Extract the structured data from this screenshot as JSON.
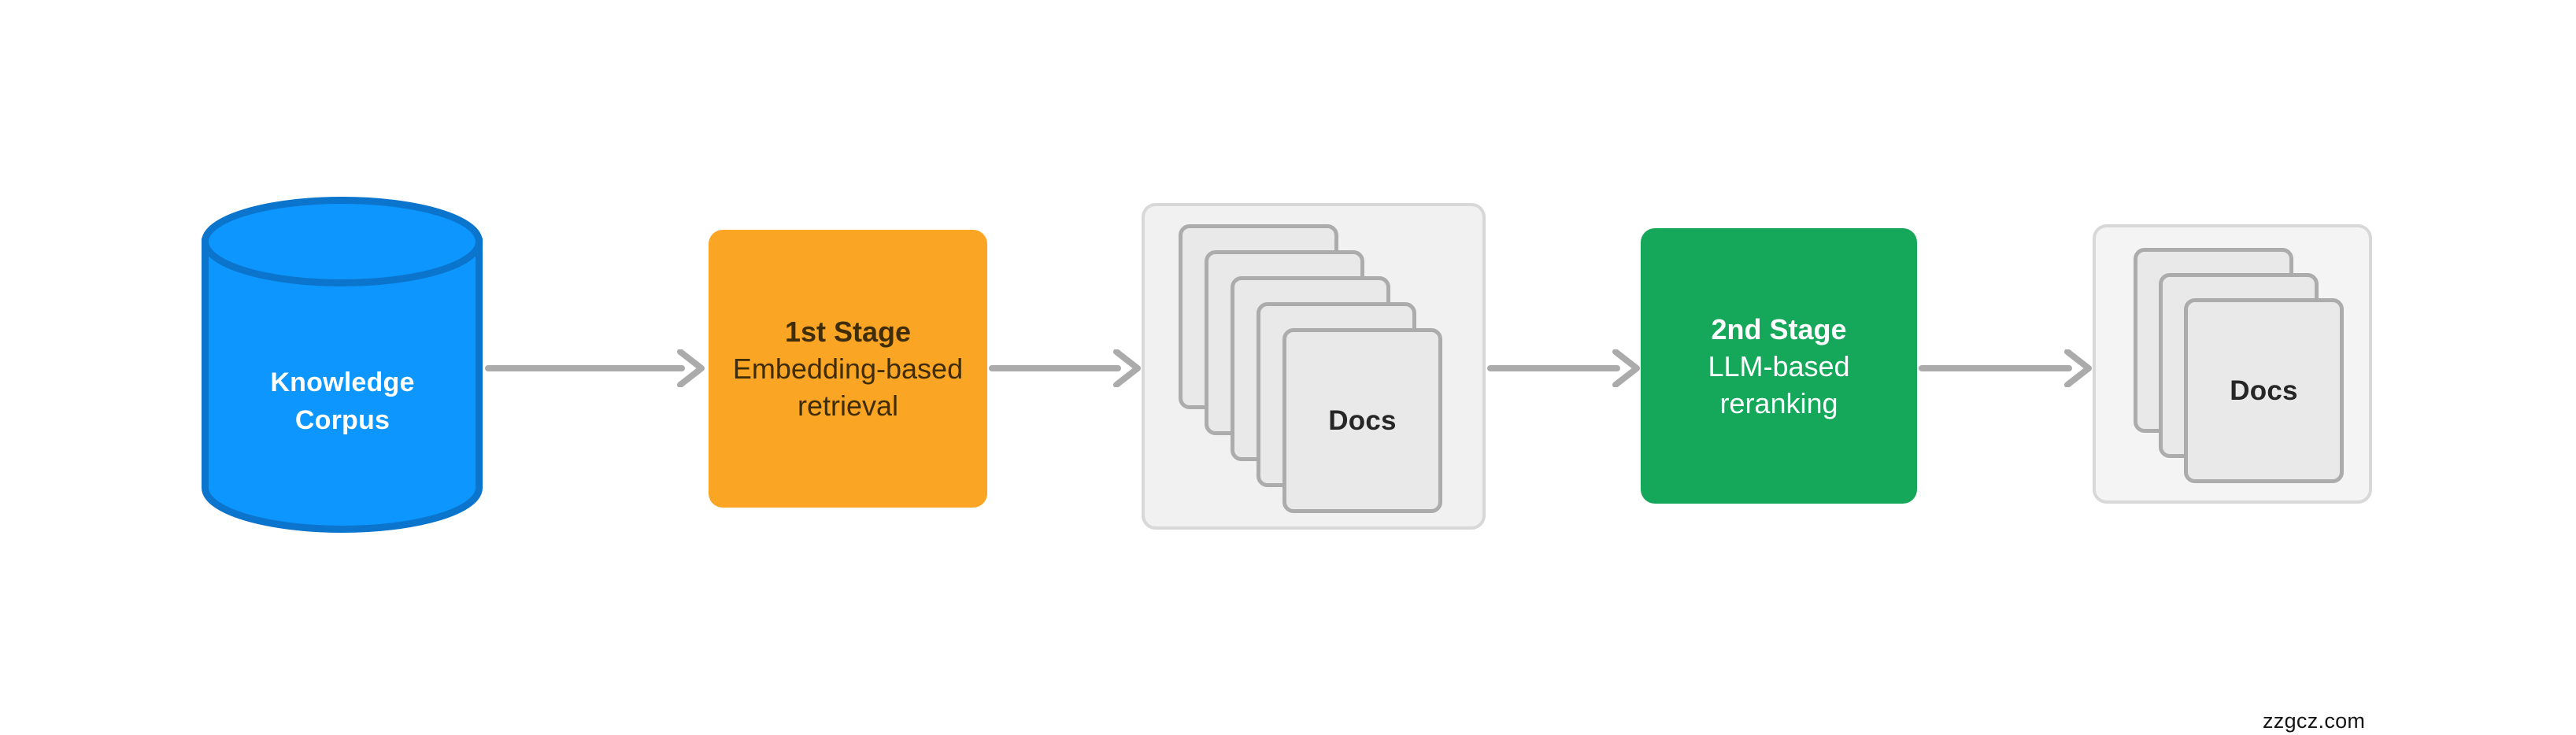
{
  "page": {
    "background": "#FFFFFF",
    "watermark": "zzgcz.com"
  },
  "diagram": {
    "flow_order": [
      "corpus",
      "stage1",
      "docs1",
      "stage2",
      "docs2"
    ],
    "arrow_color": "#ABABAB",
    "nodes": {
      "corpus": {
        "type": "cylinder-database",
        "label": "Knowledge\nCorpus",
        "fill": "#0D96FE",
        "stroke": "#0B74CC",
        "text_color": "#FFFFFF"
      },
      "stage1": {
        "type": "process-box",
        "title": "1st Stage",
        "subtitle": "Embedding-based\nretrieval",
        "fill": "#FBA524",
        "text_color": "#3E2D07"
      },
      "docs1": {
        "type": "document-stack",
        "label": "Docs",
        "card_count": 5,
        "panel_fill": "#F1F1F2",
        "panel_border": "#D8D8D8",
        "card_fill": "#E9E9EA",
        "card_border": "#ACACAC",
        "text_color": "#262626"
      },
      "stage2": {
        "type": "process-box",
        "title": "2nd Stage",
        "subtitle": "LLM-based\nreranking",
        "fill": "#16A85A",
        "text_color": "#FFFFFF"
      },
      "docs2": {
        "type": "document-stack",
        "label": "Docs",
        "card_count": 3,
        "panel_fill": "#F4F4F5",
        "panel_border": "#D8D8D8",
        "card_fill": "#E9E9EA",
        "card_border": "#ACACAC",
        "text_color": "#262626"
      }
    },
    "arrows": [
      {
        "from": "corpus",
        "to": "stage1"
      },
      {
        "from": "stage1",
        "to": "docs1"
      },
      {
        "from": "docs1",
        "to": "stage2"
      },
      {
        "from": "stage2",
        "to": "docs2"
      }
    ]
  }
}
